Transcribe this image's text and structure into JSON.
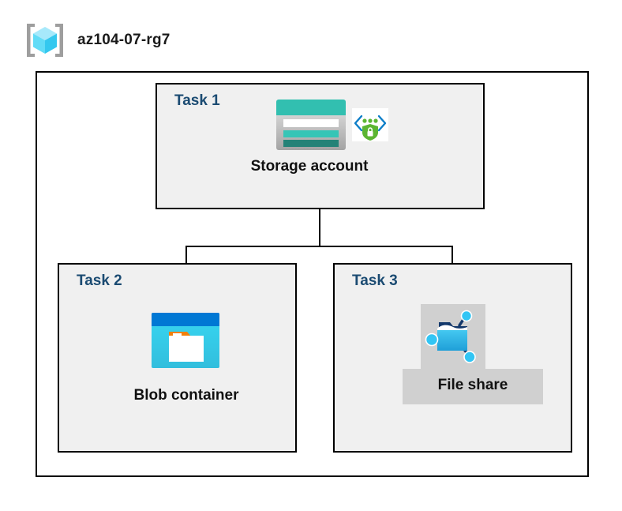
{
  "diagram": {
    "resource_group": {
      "name": "az104-07-rg7",
      "icon": "resource-group-cube-icon"
    },
    "tasks": [
      {
        "id": "task1",
        "label": "Task 1",
        "resource_label": "Storage account",
        "icons": [
          "storage-account-icon",
          "secure-endpoint-shield-icon"
        ],
        "highlighted": false
      },
      {
        "id": "task2",
        "label": "Task 2",
        "resource_label": "Blob container",
        "icons": [
          "blob-container-icon"
        ],
        "highlighted": false
      },
      {
        "id": "task3",
        "label": "Task 3",
        "resource_label": "File share",
        "icons": [
          "file-share-icon"
        ],
        "highlighted": true
      }
    ],
    "colors": {
      "task_label": "#1b4b72",
      "box_fill": "#f0f0f0",
      "box_border": "#000000",
      "highlight_fill": "#d0d0d0",
      "storage_teal": "#32bfb0",
      "storage_teal_dark": "#2b8c80",
      "blob_blue": "#0078d4",
      "blob_cyan": "#32d4f0",
      "blob_orange": "#f2800a",
      "fileshare_cyan": "#32c5f4",
      "fileshare_navy": "#13386b",
      "shield_green": "#5bb532",
      "cube_cyan": "#9cebfb"
    }
  }
}
